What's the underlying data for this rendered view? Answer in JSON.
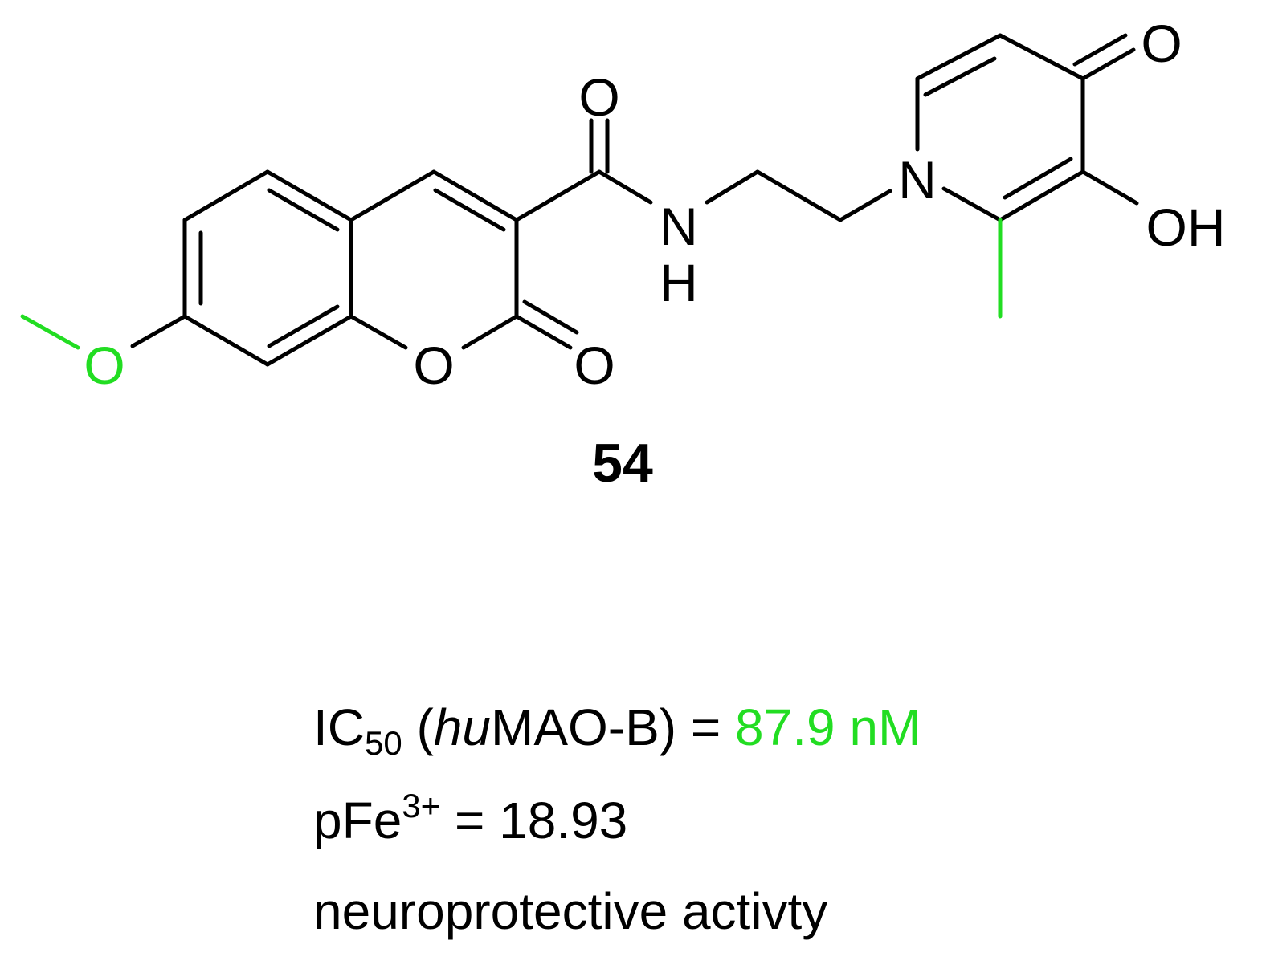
{
  "colors": {
    "bond": "#000000",
    "highlight": "#22dd22"
  },
  "atoms": {
    "methoxy_o": "O",
    "ring_o": "O",
    "lactone_o": "O",
    "amide_o": "O",
    "amide_n": "N",
    "amide_h": "H",
    "pyridinone_n": "N",
    "ketone_o": "O",
    "hydroxyl": "OH"
  },
  "compound_label": "54",
  "properties": {
    "ic50_prefix": "IC",
    "ic50_sub": "50",
    "ic50_open": " (",
    "ic50_italic": "hu",
    "ic50_target": "MAO-B) = ",
    "ic50_value": "87.9 nM",
    "pfe_prefix": "pFe",
    "pfe_sup": "3+",
    "pfe_value": " = 18.93",
    "activity": "neuroprotective activty"
  }
}
